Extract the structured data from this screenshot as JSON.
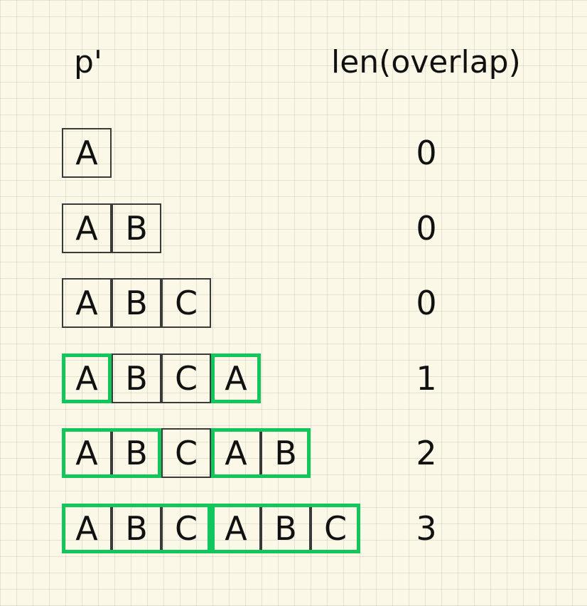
{
  "header": {
    "left_label": "p'",
    "right_label": "len(overlap)"
  },
  "rows": [
    {
      "cells": [
        "A"
      ],
      "value": "0",
      "highlights": []
    },
    {
      "cells": [
        "A",
        "B"
      ],
      "value": "0",
      "highlights": []
    },
    {
      "cells": [
        "A",
        "B",
        "C"
      ],
      "value": "0",
      "highlights": []
    },
    {
      "cells": [
        "A",
        "B",
        "C",
        "A"
      ],
      "value": "1",
      "highlights": [
        [
          0,
          1
        ],
        [
          3,
          1
        ]
      ]
    },
    {
      "cells": [
        "A",
        "B",
        "C",
        "A",
        "B"
      ],
      "value": "2",
      "highlights": [
        [
          0,
          2
        ],
        [
          3,
          2
        ]
      ]
    },
    {
      "cells": [
        "A",
        "B",
        "C",
        "A",
        "B",
        "C"
      ],
      "value": "3",
      "highlights": [
        [
          0,
          3
        ],
        [
          3,
          3
        ]
      ]
    }
  ],
  "colors": {
    "background": "#fcf8e8",
    "cell_border": "#3a3a3a",
    "highlight": "#11c65a",
    "text": "#111111"
  }
}
